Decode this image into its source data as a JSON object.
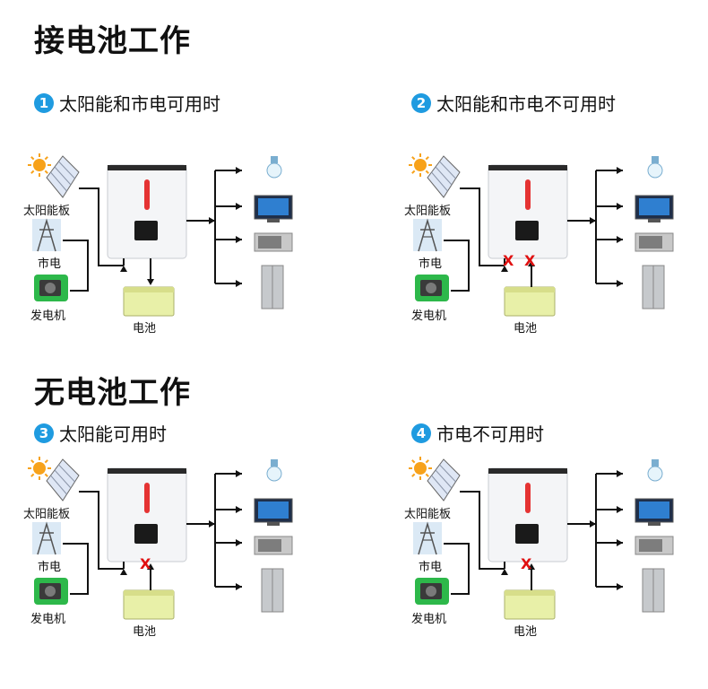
{
  "sections": [
    {
      "title": "接电池工作"
    },
    {
      "title": "无电池工作"
    }
  ],
  "scenarios": [
    {
      "num": "1",
      "title": "太阳能和市电可用时",
      "x_marks": [],
      "battery": true,
      "battery_arrow_down": true
    },
    {
      "num": "2",
      "title": "太阳能和市电不可用时",
      "x_marks": [
        "X",
        "X"
      ],
      "battery": true,
      "battery_arrow_down": false
    },
    {
      "num": "3",
      "title": "太阳能可用时",
      "x_marks": [
        "X"
      ],
      "battery": true,
      "battery_arrow_down": false
    },
    {
      "num": "4",
      "title": "市电不可用时",
      "x_marks": [
        "X"
      ],
      "battery": true,
      "battery_arrow_down": false
    }
  ],
  "labels": {
    "solar": "太阳能板",
    "grid": "市电",
    "generator": "发电机",
    "battery": "电池"
  },
  "colors": {
    "accent": "#1f9be0",
    "x_mark": "#e01010",
    "inverter_stripe": "#e53333",
    "battery": "#e8f0a8",
    "generator": "#2db84a"
  }
}
